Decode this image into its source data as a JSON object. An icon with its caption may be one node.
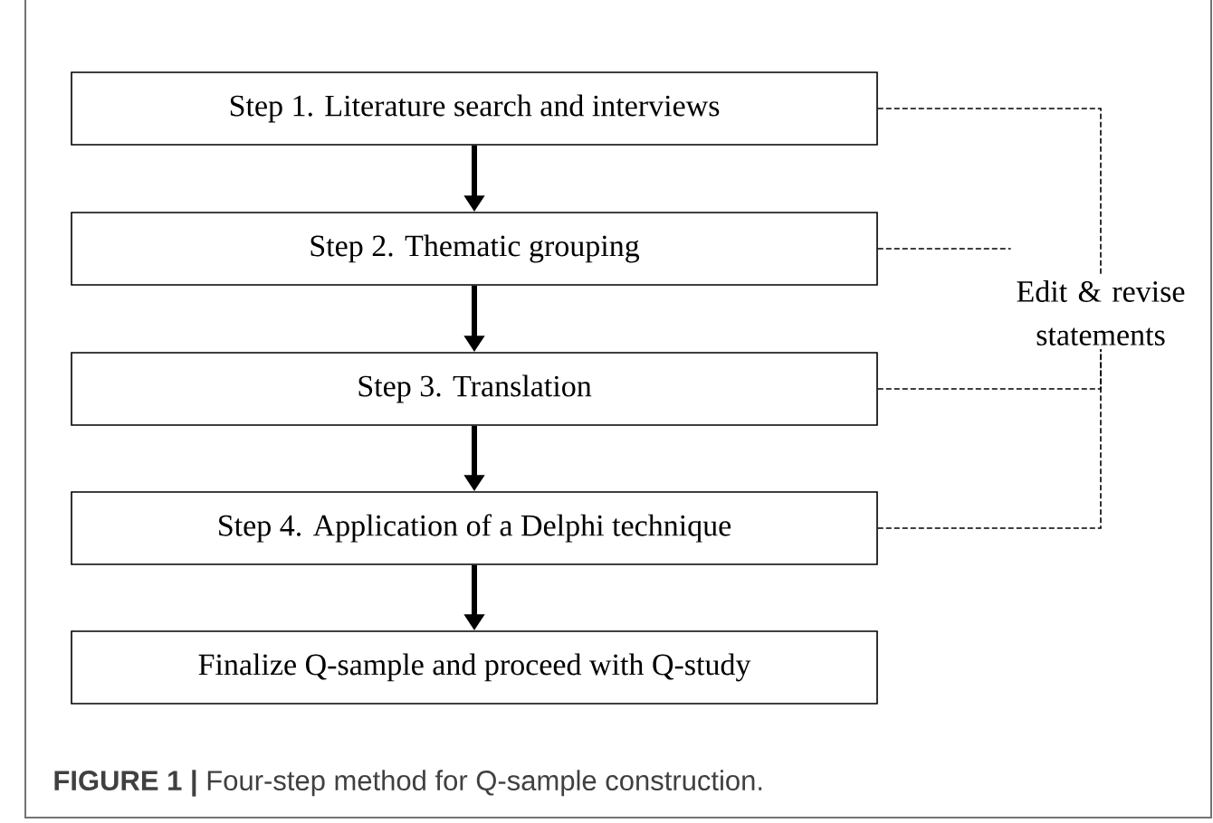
{
  "diagram": {
    "caption": "**FIGURE 1 |** Four-step method for Q-sample construction.",
    "nodes": [
      {
        "text": [
          "Step 1. Literature search and interviews"
        ]
      },
      {
        "text": [
          "Step 2. Thematic grouping"
        ]
      },
      {
        "text": [
          "Step 3. Translation"
        ]
      },
      {
        "text": [
          "Step 4. Application of a Delphi technique"
        ]
      },
      {
        "text": [
          "Finalize Q-sample and proceed with Q-study"
        ]
      },
      {
        "text": [
          "Edit & revise statements"
        ]
      }
    ],
    "edges": [
      {
        "from": 0,
        "to": 1,
        "arrow": "to",
        "style": "thick"
      },
      {
        "from": 1,
        "to": 2,
        "arrow": "to",
        "style": "thick"
      },
      {
        "from": 2,
        "to": 3,
        "arrow": "to",
        "style": "thick"
      },
      {
        "from": 3,
        "to": 4,
        "arrow": "to",
        "style": "thick"
      },
      {
        "from": 0,
        "to": 5,
        "arrow": "none",
        "style": "dashed"
      },
      {
        "from": 1,
        "to": 5,
        "arrow": "none",
        "style": "dashed"
      },
      {
        "from": 2,
        "to": 5,
        "arrow": "none",
        "style": "dashed"
      },
      {
        "from": 3,
        "to": 5,
        "arrow": "none",
        "style": "dashed"
      }
    ]
  }
}
